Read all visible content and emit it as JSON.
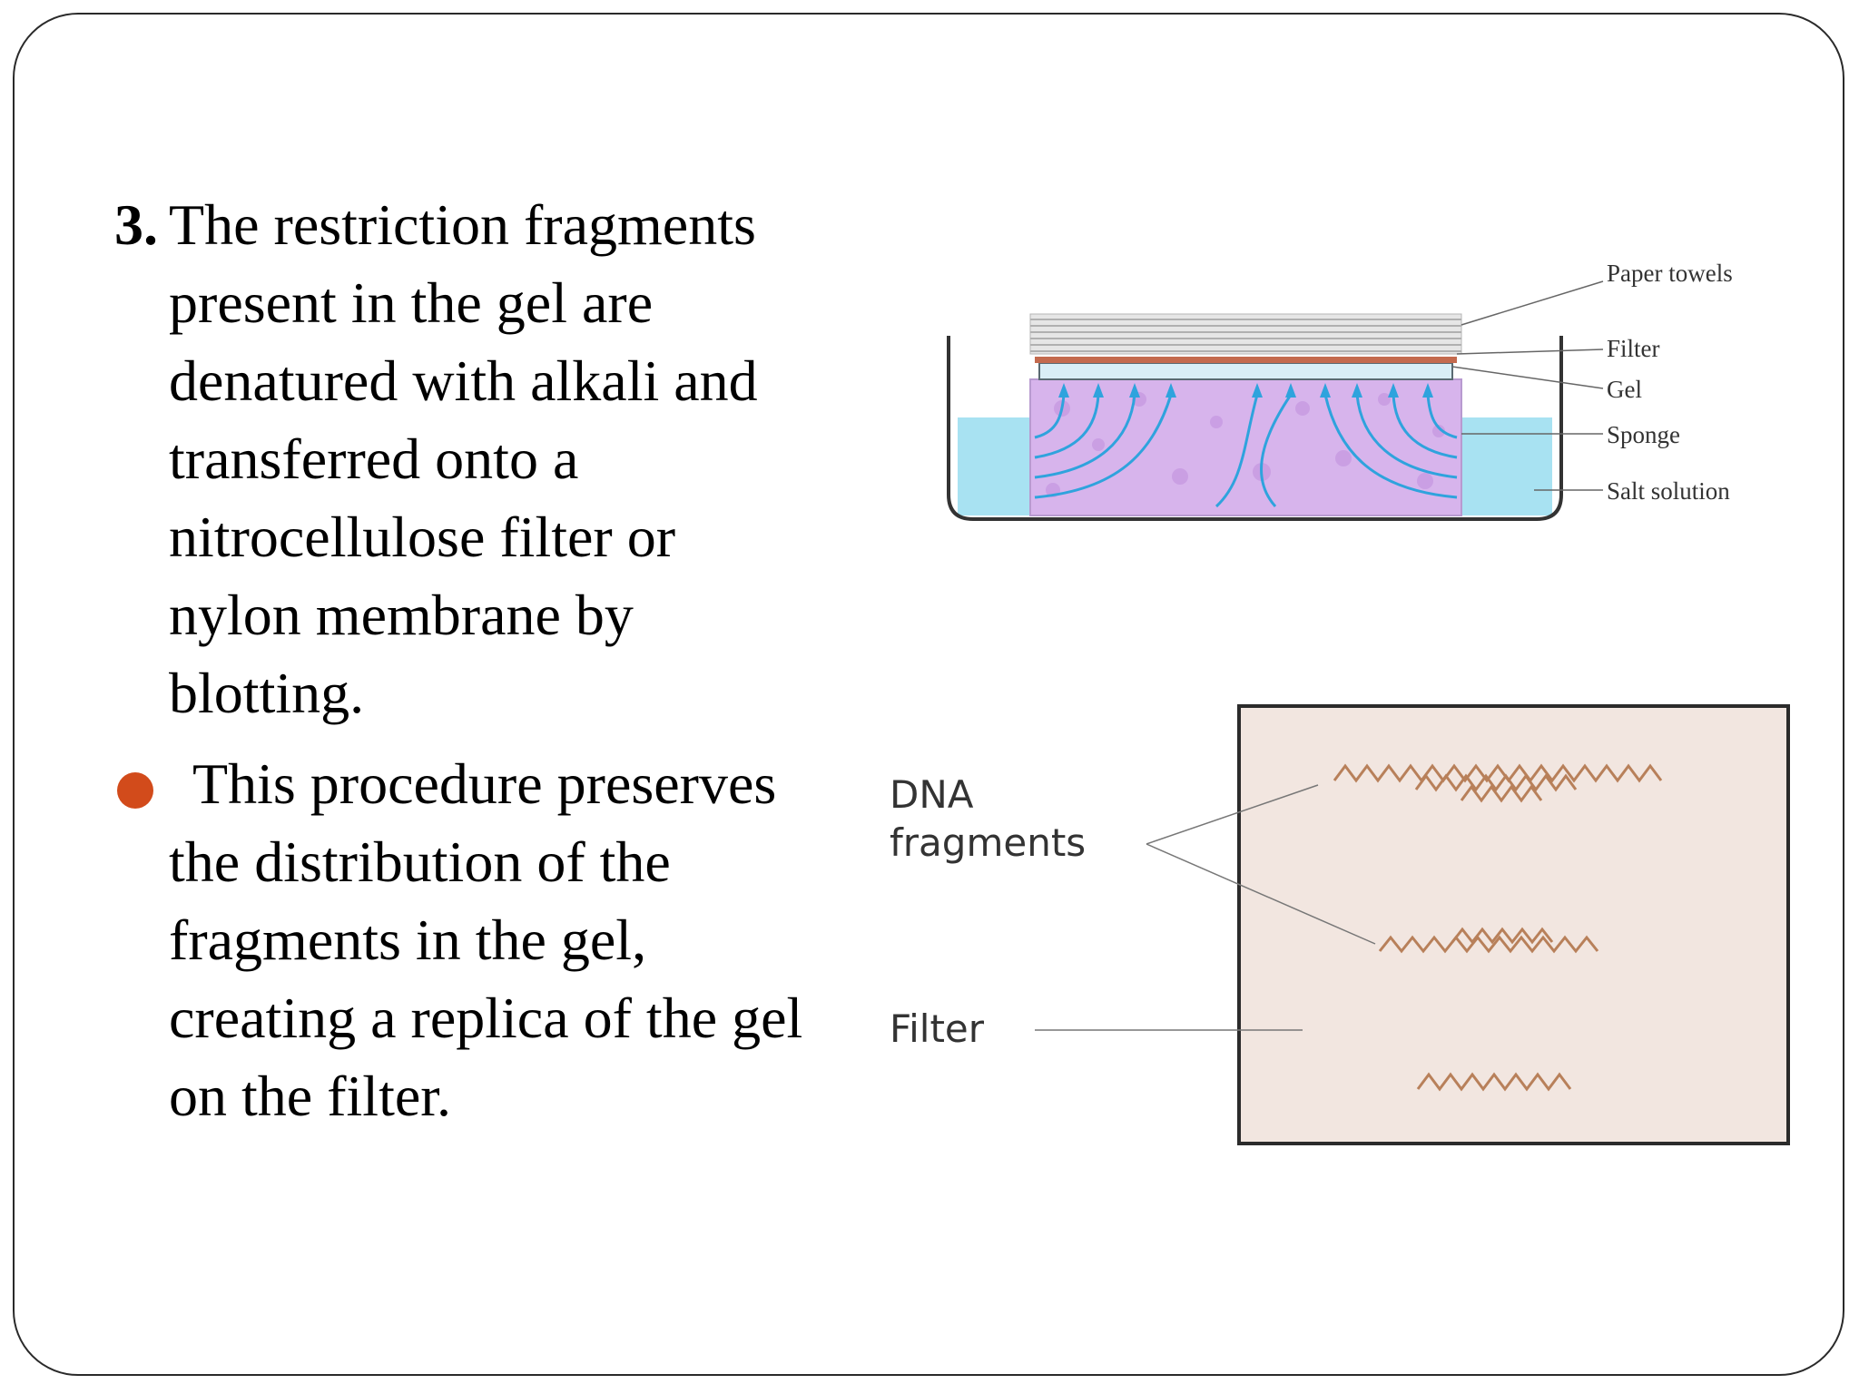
{
  "step": {
    "number": "3.",
    "lines": [
      "The restriction fragments",
      "present in the gel are",
      "denatured with alkali and",
      "transferred onto a",
      "nitrocellulose filter or",
      "nylon membrane by",
      "blotting."
    ]
  },
  "bullet": {
    "color": "#d24b1b",
    "lines": [
      "This procedure preserves",
      "the distribution of the",
      "fragments in the gel,",
      "creating a replica of the gel",
      "on the filter."
    ]
  },
  "blot_diagram": {
    "labels": {
      "paper_towels": "Paper towels",
      "filter": "Filter",
      "gel": "Gel",
      "sponge": "Sponge",
      "salt_solution": "Salt solution"
    },
    "colors": {
      "salt_solution": "#a8e2f2",
      "sponge": "#d7b4ec",
      "arrows": "#2fa3dd",
      "gel": "#d9eef6",
      "filter": "#c46a4e",
      "towels": "#cfcfcf"
    }
  },
  "filter_diagram": {
    "labels": {
      "dna_line1": "DNA",
      "dna_line2": "fragments",
      "filter": "Filter"
    },
    "colors": {
      "background": "#f2e6e0",
      "border": "#2b2b2b",
      "fragments": "#b8805a"
    }
  }
}
